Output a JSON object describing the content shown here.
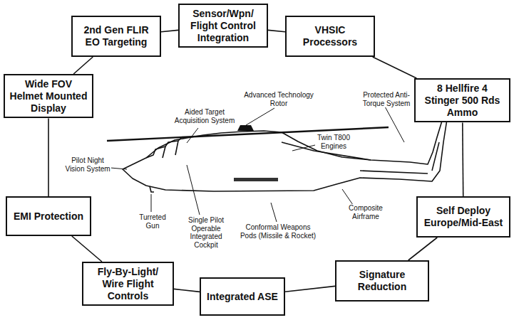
{
  "diagram": {
    "nodes": [
      {
        "text": [
          "Sensor/Wpn/ Flight Control Integration"
        ]
      },
      {
        "text": [
          "2nd Gen FLIR EO Targeting"
        ]
      },
      {
        "text": [
          "VHSIC Processors"
        ]
      },
      {
        "text": [
          "Wide FOV Helmet Mounted Display"
        ]
      },
      {
        "text": [
          "8 Hellfire 4 Stinger 500 Rds Ammo"
        ]
      },
      {
        "text": [
          "EMI Protection"
        ]
      },
      {
        "text": [
          "Self Deploy Europe/Mid-East"
        ]
      },
      {
        "text": [
          "Fly-By-Light/ Wire Flight Controls"
        ]
      },
      {
        "text": [
          "Signature Reduction"
        ]
      },
      {
        "text": [
          "Integrated ASE"
        ]
      }
    ],
    "edges": [
      {
        "from": 1,
        "to": 0,
        "arrow": "none"
      },
      {
        "from": 0,
        "to": 2,
        "arrow": "none"
      },
      {
        "from": 2,
        "to": 4,
        "arrow": "none"
      },
      {
        "from": 4,
        "to": 6,
        "arrow": "none"
      },
      {
        "from": 6,
        "to": 8,
        "arrow": "none"
      },
      {
        "from": 8,
        "to": 9,
        "arrow": "none"
      },
      {
        "from": 9,
        "to": 7,
        "arrow": "none"
      },
      {
        "from": 7,
        "to": 5,
        "arrow": "none"
      },
      {
        "from": 5,
        "to": 3,
        "arrow": "none"
      },
      {
        "from": 3,
        "to": 1,
        "arrow": "none"
      }
    ],
    "labels": [
      "Aided Target Acquisition System",
      "Advanced Technology Rotor",
      "Protected Anti-Torque System",
      "Twin T800 Engines",
      "Pilot Night Vision System",
      "Turreted Gun",
      "Single Pilot Operable Integrated Cockpit",
      "Conformal Weapons Pods (Missile & Rocket)",
      "Composite Airframe"
    ]
  }
}
